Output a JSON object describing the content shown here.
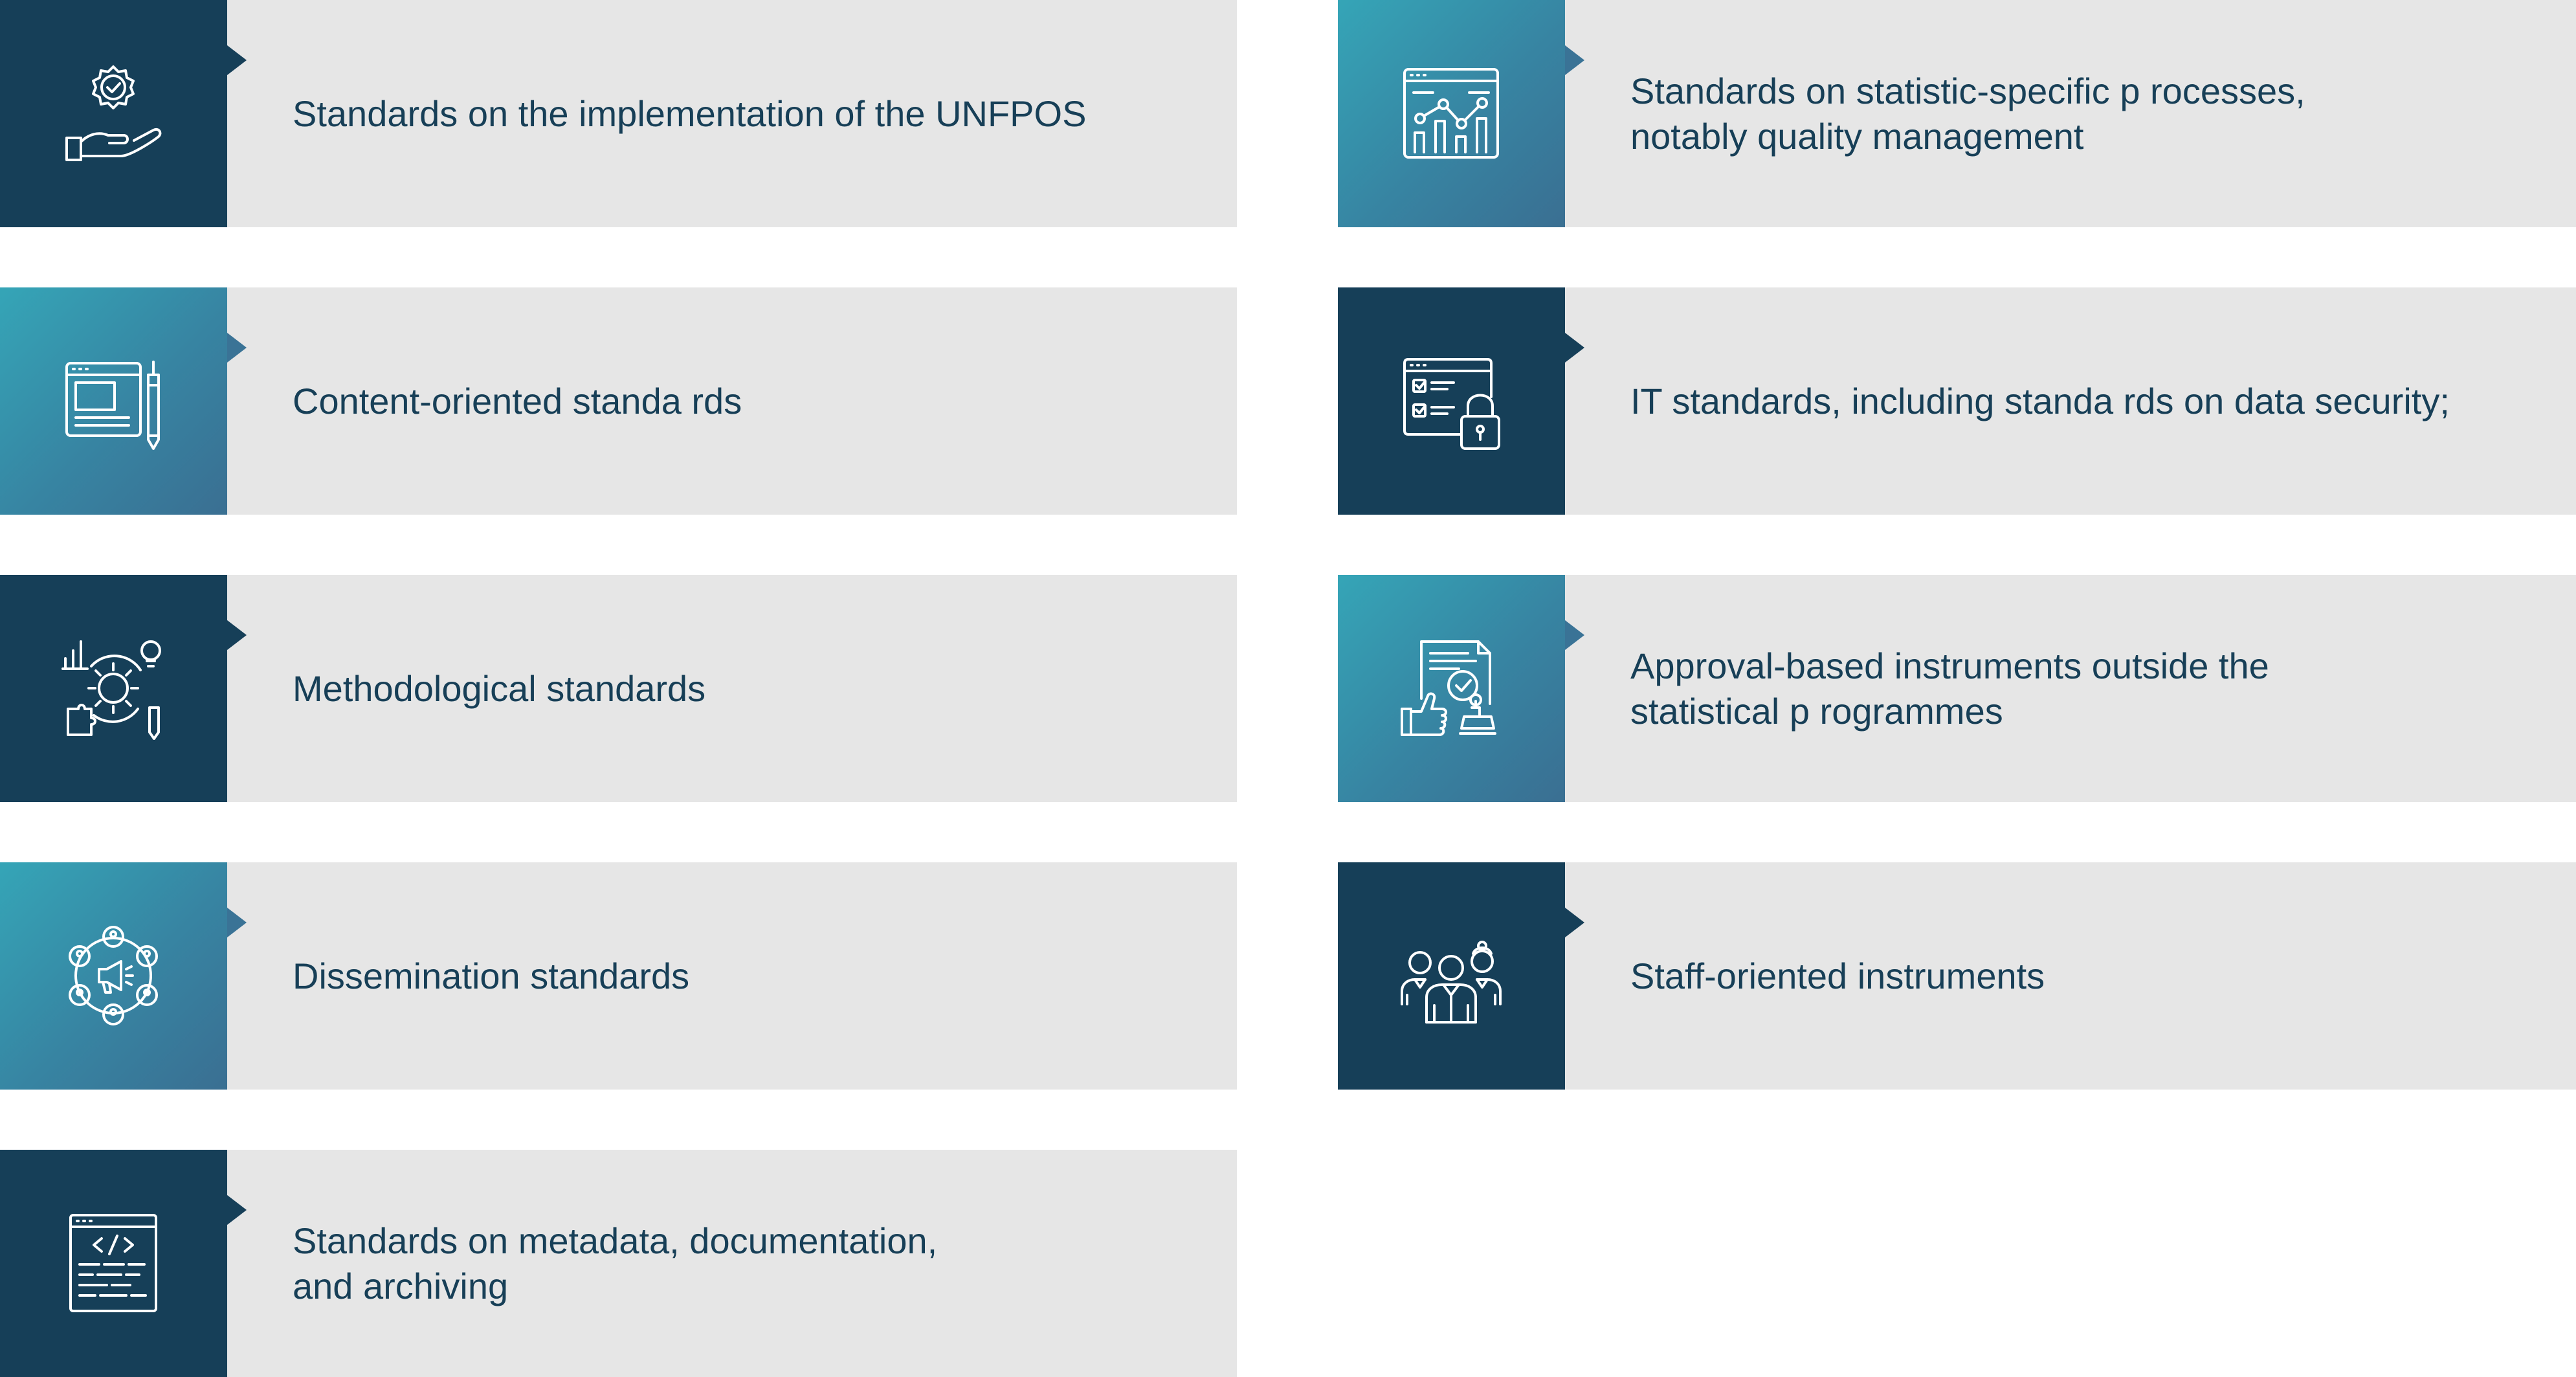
{
  "items": [
    {
      "id": "implementation",
      "lines": [
        "Standards on the implementation of the UNFPOS"
      ],
      "icon": "hand-badge-icon"
    },
    {
      "id": "content",
      "lines": [
        "Content-oriented standa rds"
      ],
      "icon": "document-pencil-icon"
    },
    {
      "id": "methodological",
      "lines": [
        "Methodological standards"
      ],
      "icon": "gear-bulb-puzzle-icon"
    },
    {
      "id": "dissemination",
      "lines": [
        "Dissemination standards"
      ],
      "icon": "megaphone-network-icon"
    },
    {
      "id": "metadata",
      "lines": [
        "Standards on metadata, documentation,",
        "and archiving"
      ],
      "icon": "code-window-icon"
    },
    {
      "id": "processes",
      "lines": [
        "Standards on statistic-specific p rocesses,",
        "notably quality management"
      ],
      "icon": "chart-window-icon"
    },
    {
      "id": "it",
      "lines": [
        "IT standards, including standa rds on data security;"
      ],
      "icon": "checklist-lock-icon"
    },
    {
      "id": "approval",
      "lines": [
        "Approval-based instruments outside the",
        "statistical p rogrammes"
      ],
      "icon": "document-approval-stamp-icon"
    },
    {
      "id": "staff",
      "lines": [
        "Staff-oriented instruments"
      ],
      "icon": "staff-group-icon"
    }
  ],
  "colors": {
    "dark_tile": "#163f58",
    "gradient_tile_start": "#35a5b7",
    "gradient_tile_end": "#3a6f92",
    "card_background": "#e6e6e6",
    "text": "#173f57"
  }
}
